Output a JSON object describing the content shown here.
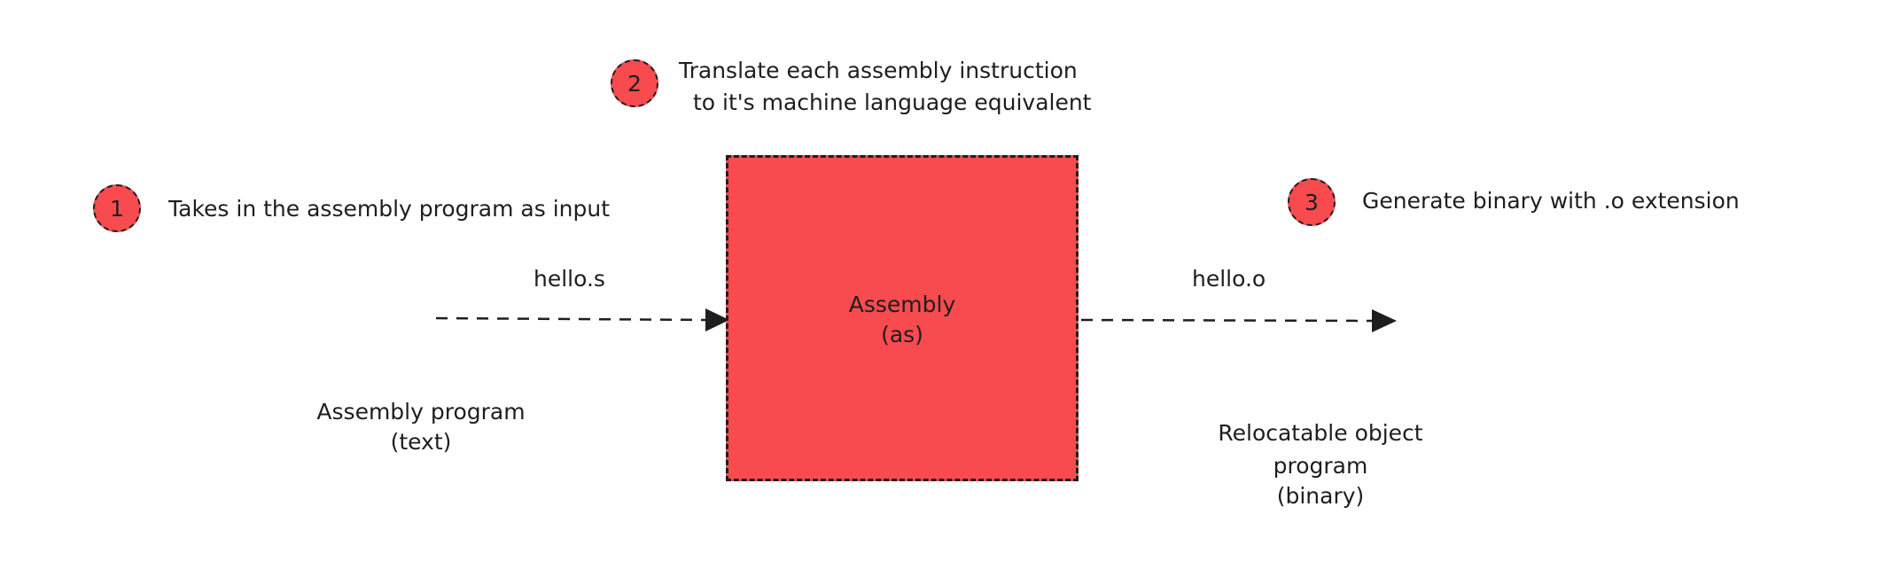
{
  "steps": [
    {
      "number": "1",
      "text": "Takes in the assembly program as input"
    },
    {
      "number": "2",
      "text_line1": "Translate each assembly instruction",
      "text_line2": "to it's machine language equivalent"
    },
    {
      "number": "3",
      "text": "Generate binary with .o extension"
    }
  ],
  "input": {
    "file": "hello.s",
    "caption_line1": "Assembly program",
    "caption_line2": "(text)"
  },
  "assembler": {
    "name": "Assembly",
    "command": "(as)"
  },
  "output": {
    "file": "hello.o",
    "caption_line1": "Relocatable object",
    "caption_line2": "program",
    "caption_line3": "(binary)"
  },
  "colors": {
    "accent": "#f74b4f",
    "stroke": "#1e1e1e",
    "background": "#ffffff"
  }
}
